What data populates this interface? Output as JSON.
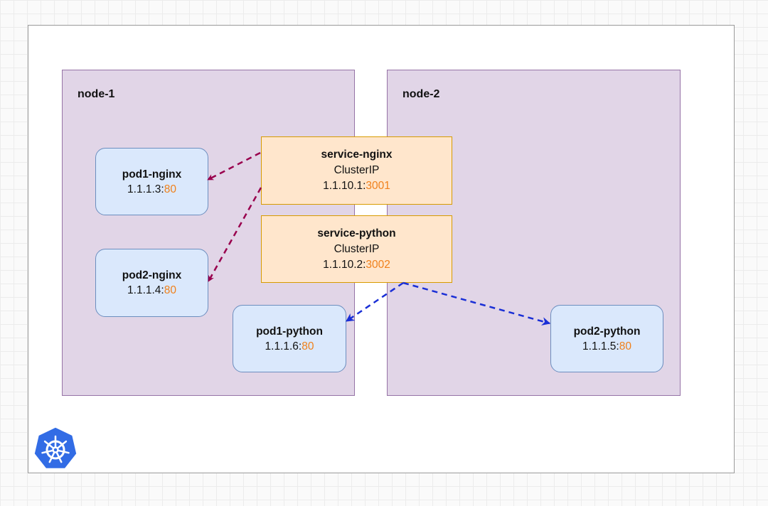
{
  "nodes": [
    {
      "label": "node-1"
    },
    {
      "label": "node-2"
    }
  ],
  "pods": {
    "pod1_nginx": {
      "name": "pod1-nginx",
      "ip": "1.1.1.3:",
      "port": "80"
    },
    "pod2_nginx": {
      "name": "pod2-nginx",
      "ip": "1.1.1.4:",
      "port": "80"
    },
    "pod1_python": {
      "name": "pod1-python",
      "ip": "1.1.1.6:",
      "port": "80"
    },
    "pod2_python": {
      "name": "pod2-python",
      "ip": "1.1.1.5:",
      "port": "80"
    }
  },
  "services": {
    "nginx": {
      "name": "service-nginx",
      "type": "ClusterIP",
      "ip": "1.1.10.1:",
      "port": "3001"
    },
    "python": {
      "name": "service-python",
      "type": "ClusterIP",
      "ip": "1.1.10.2:",
      "port": "3002"
    }
  },
  "colors": {
    "nginx_arrow": "#99004d",
    "python_arrow": "#1a2fd6",
    "port_text": "#f0801a",
    "node_fill": "#e1d5e7",
    "pod_fill": "#dae8fc",
    "service_fill": "#ffe6cc",
    "logo_blue": "#326ce5"
  },
  "logo": {
    "icon": "kubernetes-logo-icon"
  }
}
